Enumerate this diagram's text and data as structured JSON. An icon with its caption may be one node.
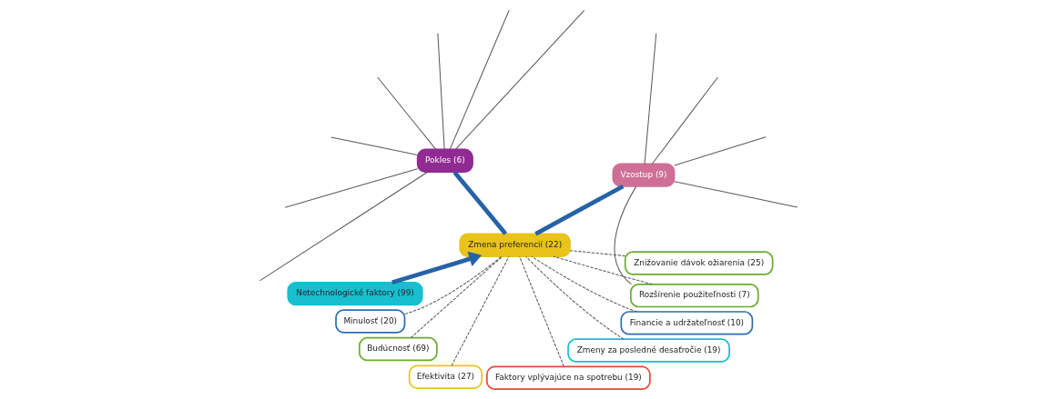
{
  "diagram": {
    "nodes": [
      {
        "text": [
          "Netechnologické faktory (99)"
        ]
      },
      {
        "text": [
          "Minulosť (20)"
        ]
      },
      {
        "text": [
          "Budúcnosť (69)"
        ]
      },
      {
        "text": [
          "Efektivita (27)"
        ]
      },
      {
        "text": [
          "Faktory vplývajúce na spotrebu (19)"
        ]
      },
      {
        "text": [
          "Zmeny za posledné desaťročie (19)"
        ]
      },
      {
        "text": [
          "Financie a udržateľnosť (10)"
        ]
      },
      {
        "text": [
          "Rozšírenie použiteľnosti (7)"
        ]
      },
      {
        "text": [
          "Zmena preferencií (22)"
        ]
      },
      {
        "text": [
          "Znižovanie dávok ožiarenia (25)"
        ]
      },
      {
        "text": [
          "Vzostup (9)"
        ]
      },
      {
        "text": [
          "Pokles (6)"
        ]
      }
    ],
    "edges": [
      {
        "from": 0,
        "to": 8,
        "arrow": "to",
        "style": "thick",
        "color": "#2563a6"
      },
      {
        "from": 1,
        "to": 8,
        "arrow": "none",
        "style": "dashed"
      },
      {
        "from": 2,
        "to": 8,
        "arrow": "none",
        "style": "dashed"
      },
      {
        "from": 3,
        "to": 8,
        "arrow": "none",
        "style": "dashed"
      },
      {
        "from": 4,
        "to": 8,
        "arrow": "none",
        "style": "dashed"
      },
      {
        "from": 5,
        "to": 8,
        "arrow": "none",
        "style": "dashed"
      },
      {
        "from": 6,
        "to": 8,
        "arrow": "none",
        "style": "dashed"
      },
      {
        "from": 7,
        "to": 8,
        "arrow": "none",
        "style": "dashed"
      },
      {
        "from": 9,
        "to": 8,
        "arrow": "none",
        "style": "dashed"
      },
      {
        "from": 7,
        "to": 10,
        "arrow": "none"
      },
      {
        "from": 8,
        "to": 10,
        "arrow": "none",
        "style": "thick",
        "color": "#2563a6"
      },
      {
        "from": 8,
        "to": 11,
        "arrow": "none",
        "style": "thick",
        "color": "#2563a6"
      },
      {
        "from": 10,
        "to": null,
        "arrow": "none"
      },
      {
        "from": 10,
        "to": null,
        "arrow": "none"
      },
      {
        "from": 10,
        "to": null,
        "arrow": "none"
      },
      {
        "from": 10,
        "to": null,
        "arrow": "none"
      },
      {
        "from": 11,
        "to": null,
        "arrow": "none"
      },
      {
        "from": 11,
        "to": null,
        "arrow": "none"
      },
      {
        "from": 11,
        "to": null,
        "arrow": "none"
      },
      {
        "from": 11,
        "to": null,
        "arrow": "none"
      },
      {
        "from": 11,
        "to": null,
        "arrow": "none"
      },
      {
        "from": 11,
        "to": null,
        "arrow": "none"
      },
      {
        "from": 11,
        "to": null,
        "arrow": "none"
      }
    ]
  }
}
